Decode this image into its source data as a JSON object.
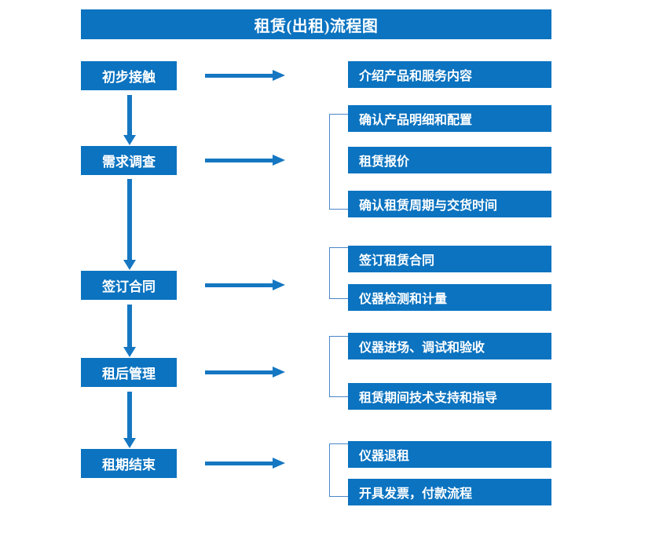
{
  "title": "租赁(出租)流程图",
  "colors": {
    "box_blue": "#0b73c0",
    "arrow_blue": "#1577c2",
    "bracket_blue": "#4a86c8",
    "text_white": "#ffffff",
    "background": "#ffffff"
  },
  "stages": [
    {
      "id": "stage-1",
      "label": "初步接触",
      "details": [
        "介绍产品和服务内容"
      ]
    },
    {
      "id": "stage-2",
      "label": "需求调查",
      "details": [
        "确认产品明细和配置",
        "租赁报价",
        "确认租赁周期与交货时间"
      ]
    },
    {
      "id": "stage-3",
      "label": "签订合同",
      "details": [
        "签订租赁合同",
        "仪器检测和计量"
      ]
    },
    {
      "id": "stage-4",
      "label": "租后管理",
      "details": [
        "仪器进场、调试和验收",
        "租赁期间技术支持和指导"
      ]
    },
    {
      "id": "stage-5",
      "label": "租期结束",
      "details": [
        "仪器退租",
        "开具发票，付款流程"
      ]
    }
  ],
  "left_nodes": [
    "初步接触",
    "需求调查",
    "签订合同",
    "租后管理",
    "租期结束"
  ],
  "right_nodes": [
    "介绍产品和服务内容",
    "确认产品明细和配置",
    "租赁报价",
    "确认租赁周期与交货时间",
    "签订租赁合同",
    "仪器检测和计量",
    "仪器进场、调试和验收",
    "租赁期间技术支持和指导",
    "仪器退租",
    "开具发票，付款流程"
  ]
}
